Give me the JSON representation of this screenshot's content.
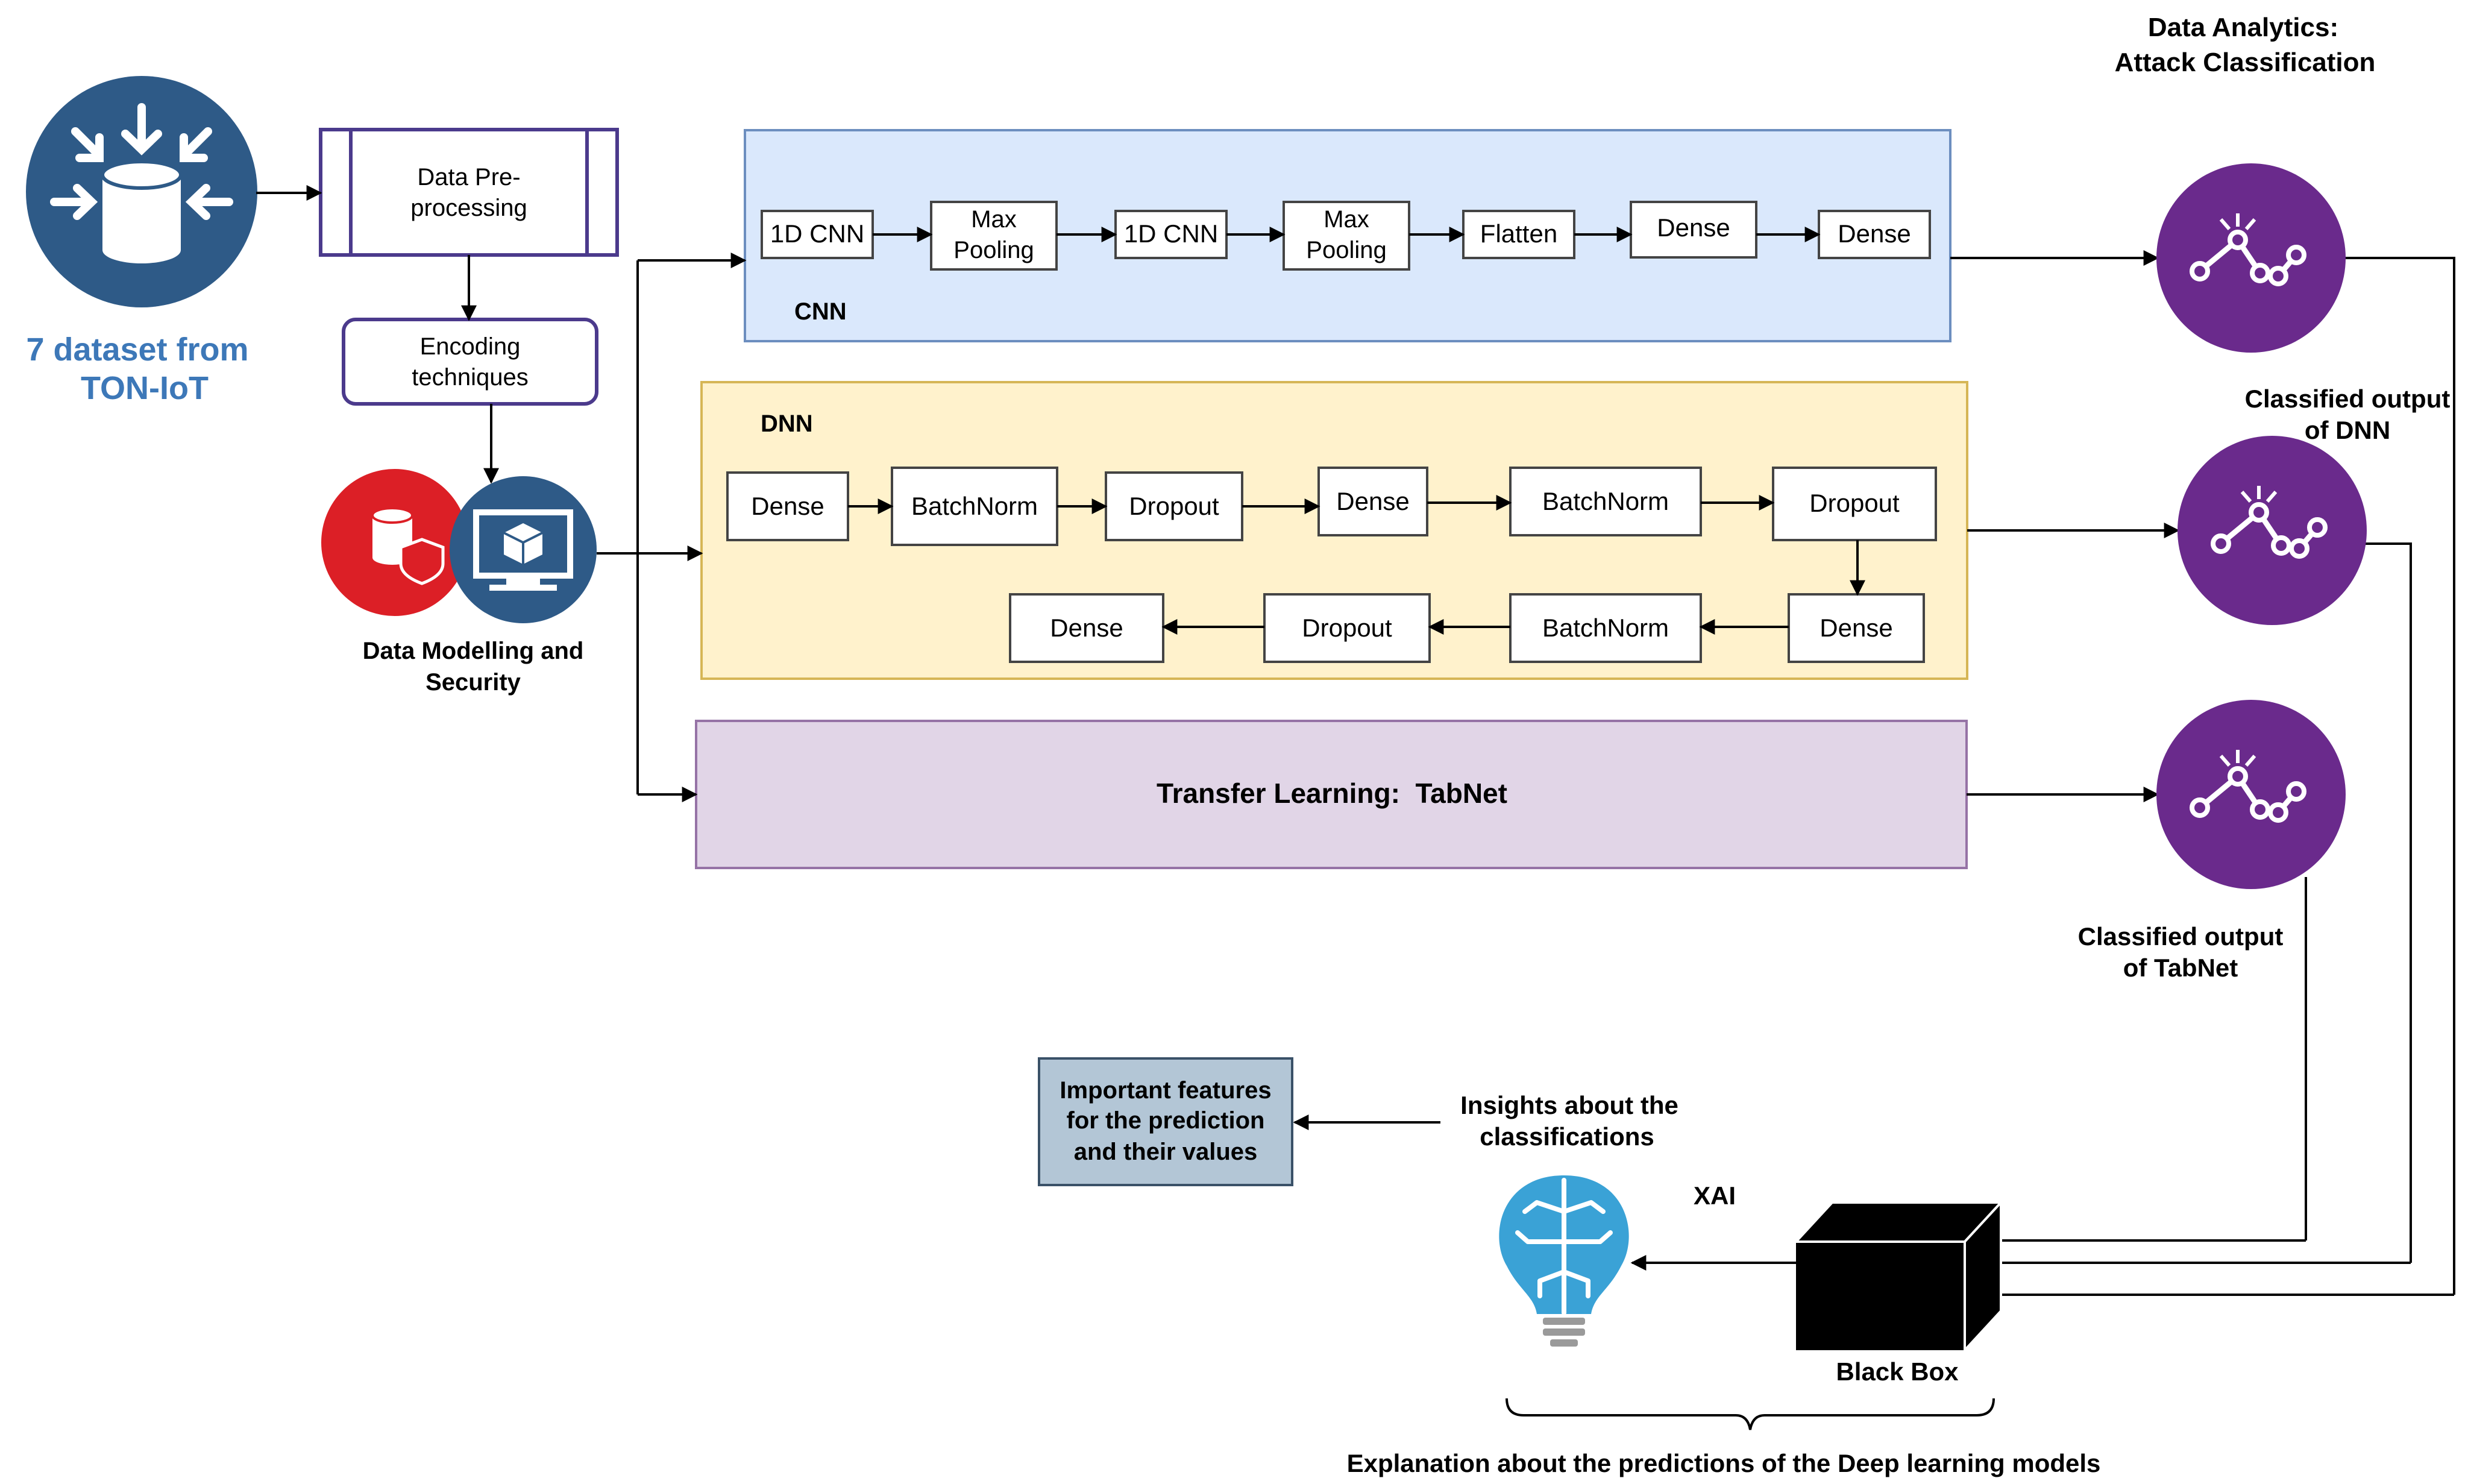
{
  "colors": {
    "dataset_blue": "#2e5a87",
    "dataset_text": "#3d78b8",
    "cnn_bg": "#dae8fc",
    "cnn_border": "#6c8ebf",
    "dnn_bg": "#fff2cc",
    "dnn_border": "#d6b656",
    "tabnet_bg": "#e1d5e7",
    "tabnet_border": "#9673a6",
    "analytics_purple": "#6a2a8c",
    "security_red": "#dc1f26",
    "features_bg": "#b3c6d6",
    "features_border": "#3a5168",
    "bulb_blue": "#3aa2d6",
    "preproc_border": "#4b3a8c"
  },
  "dataset": {
    "icon": "database-inflow-icon",
    "label_line1": "7 dataset from",
    "label_line2": "TON-IoT"
  },
  "preprocessing": {
    "line1": "Data Pre-",
    "line2": "processing"
  },
  "encoding": {
    "line1": "Encoding",
    "line2": "techniques"
  },
  "modelling": {
    "icons": [
      "database-shield-icon",
      "monitor-cube-icon"
    ],
    "line1": "Data Modelling and",
    "line2": "Security"
  },
  "cnn": {
    "label": "CNN",
    "layers": [
      {
        "line1": "1D CNN",
        "line2": ""
      },
      {
        "line1": "Max",
        "line2": "Pooling"
      },
      {
        "line1": "1D CNN",
        "line2": ""
      },
      {
        "line1": "Max",
        "line2": "Pooling"
      },
      {
        "line1": "Flatten",
        "line2": ""
      },
      {
        "line1": "Dense",
        "line2": ""
      },
      {
        "line1": "Dense",
        "line2": ""
      }
    ]
  },
  "dnn": {
    "label": "DNN",
    "row1": [
      "Dense",
      "BatchNorm",
      "Dropout",
      "Dense",
      "BatchNorm",
      "Dropout"
    ],
    "row2": [
      "Dense",
      "Dropout",
      "BatchNorm",
      "Dense"
    ]
  },
  "tabnet": {
    "label": "Transfer Learning:  TabNet"
  },
  "analytics": {
    "title_line1": "Data Analytics:",
    "title_line2": "Attack Classification",
    "icon": "analytics-chart-icon"
  },
  "dnn_output": {
    "line1": "Classified output",
    "line2": "of DNN"
  },
  "tabnet_output": {
    "line1": "Classified output",
    "line2": "of TabNet"
  },
  "features": {
    "line1": "Important features",
    "line2": "for the prediction",
    "line3": "and their values"
  },
  "insights": {
    "line1": "Insights about the",
    "line2": "classifications"
  },
  "xai": {
    "label": "XAI",
    "icon": "brain-bulb-icon"
  },
  "black_box": {
    "label": "Black Box",
    "icon": "black-cube-icon"
  },
  "explanation": {
    "label": "Explanation about the predictions of the Deep learning models"
  }
}
